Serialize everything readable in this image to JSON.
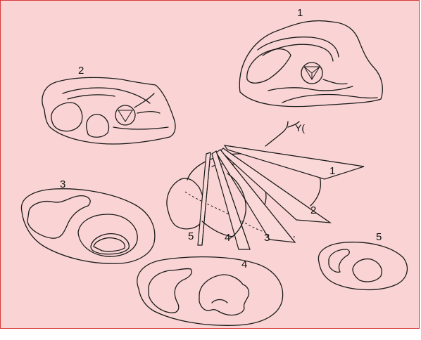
{
  "diagram": {
    "labels": {
      "section_1": "1",
      "section_2": "2",
      "section_3": "3",
      "section_4": "4",
      "section_5": "5",
      "plane_1": "1",
      "plane_2": "2",
      "plane_3": "3",
      "plane_4": "4",
      "plane_5": "5"
    }
  },
  "colors": {
    "background": "#fad4d4",
    "border": "#d83a3a",
    "ink": "#1a1a1a"
  }
}
